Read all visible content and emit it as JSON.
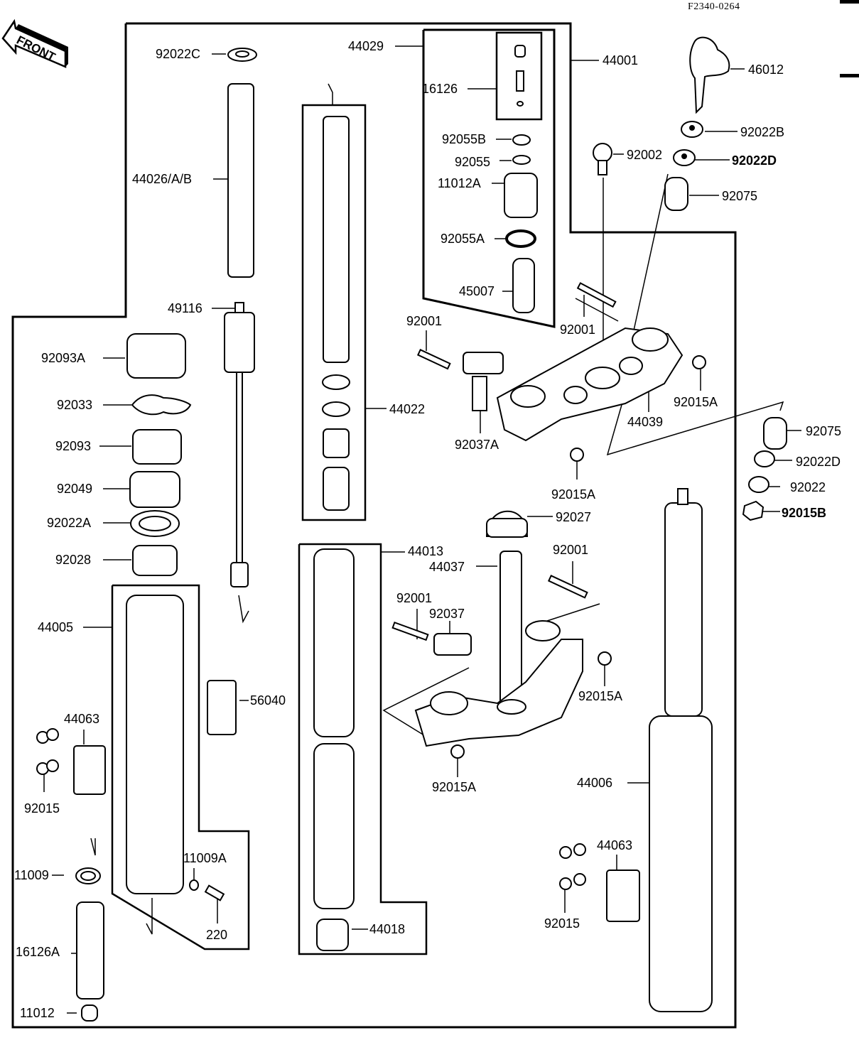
{
  "document_id": "F2340-0264",
  "front_indicator": {
    "text": "FRONT",
    "icon": "front-arrow-icon"
  },
  "labels": {
    "p92022C": "92022C",
    "p44026AB": "44026/A/B",
    "p49116": "49116",
    "p92093A": "92093A",
    "p92033": "92033",
    "p92093": "92093",
    "p92049": "92049",
    "p92022A": "92022A",
    "p92028": "92028",
    "p44005": "44005",
    "p56040": "56040",
    "p44063_left": "44063",
    "p92015_left": "92015",
    "p11009": "11009",
    "p11009A": "11009A",
    "p220": "220",
    "p16126A": "16126A",
    "p11012": "11012",
    "p44029": "44029",
    "p16126": "16126",
    "p92055B": "92055B",
    "p92055": "92055",
    "p11012A": "11012A",
    "p92055A": "92055A",
    "p45007": "45007",
    "p44022": "44022",
    "p44001": "44001",
    "p46012": "46012",
    "p92022B": "92022B",
    "p92002": "92002",
    "p92022D_top": "92022D",
    "p92075_top": "92075",
    "p92001_a": "92001",
    "p92001_b": "92001",
    "p92015A_a": "92015A",
    "p44039": "44039",
    "p92037A": "92037A",
    "p92015A_b": "92015A",
    "p92075_right": "92075",
    "p92022D_right": "92022D",
    "p92022": "92022",
    "p92015B": "92015B",
    "p92027": "92027",
    "p44013": "44013",
    "p44037": "44037",
    "p92001_c": "92001",
    "p92001_d": "92001",
    "p92037": "92037",
    "p92015A_c": "92015A",
    "p92015A_d": "92015A",
    "p44006": "44006",
    "p44063_right": "44063",
    "p92015_right": "92015",
    "p44018": "44018"
  }
}
